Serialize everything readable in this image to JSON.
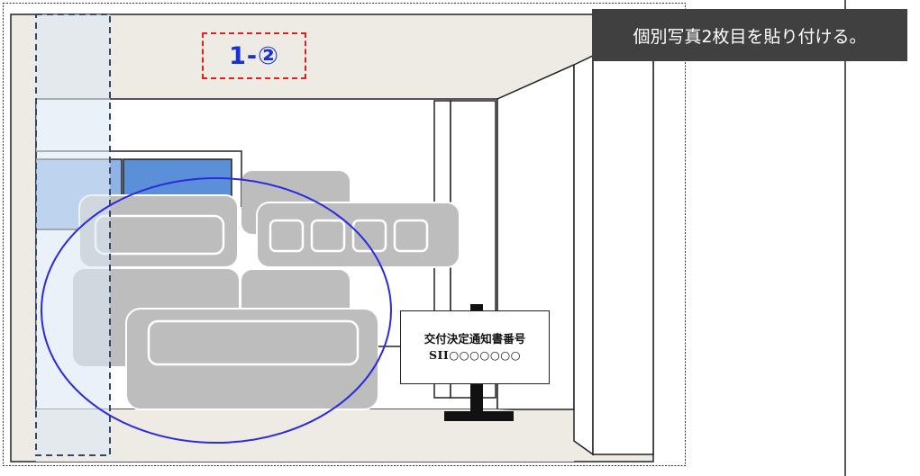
{
  "callout": {
    "text": "個別写真2枚目を貼り付ける。"
  },
  "photo_label": {
    "text": "1-②"
  },
  "sign": {
    "title": "交付決定通知書番号",
    "number_prefix": "SII",
    "number_rest": "○○○○○○○"
  },
  "colors": {
    "label_border": "#e0201e",
    "label_text": "#1a2fd6",
    "ellipse": "#2a2ae0",
    "callout_bg": "#404040",
    "wall": "#edebe3",
    "equipment": "#bdbdbd",
    "window_blue": "#5b8fd8"
  }
}
